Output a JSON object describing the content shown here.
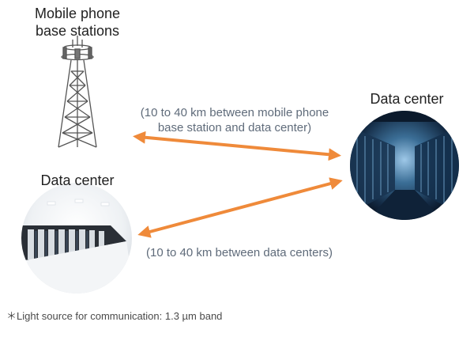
{
  "labels": {
    "base_station_line1": "Mobile phone",
    "base_station_line2": "base stations",
    "data_center_right": "Data center",
    "data_center_left": "Data center"
  },
  "annotations": {
    "top_line1": "(10 to 40 km between mobile phone",
    "top_line2": "base station and data center)",
    "bottom": "(10 to 40 km between data centers)"
  },
  "footnote": "＊Light source for communication: 1.3 µm band",
  "colors": {
    "arrow": "#ef8a3a",
    "tower": "#555555",
    "note_text": "#5f6b7a"
  },
  "icons": [
    "cell-tower-icon",
    "server-room-dark-image",
    "server-room-light-image"
  ]
}
